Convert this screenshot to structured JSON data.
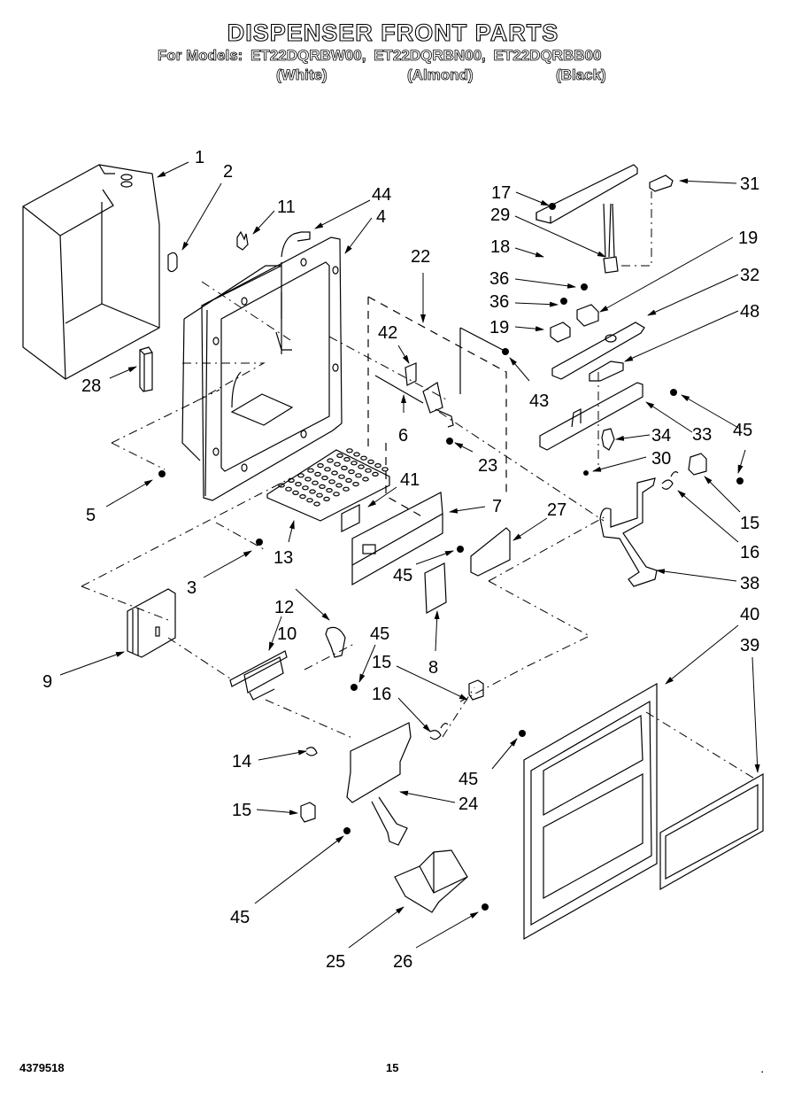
{
  "header": {
    "title": "DISPENSER FRONT PARTS",
    "models_label": "For Models:",
    "models": [
      "ET22DQRBW00,",
      "ET22DQRBN00,",
      "ET22DQRBB00"
    ],
    "colors": [
      "(White)",
      "(Almond)",
      "(Black)"
    ]
  },
  "footer": {
    "doc_number": "4379518",
    "page_number": "15",
    "corner_mark": "▪"
  },
  "callouts": {
    "c1": "1",
    "c2": "2",
    "c3": "3",
    "c4": "4",
    "c5": "5",
    "c6": "6",
    "c7": "7",
    "c8": "8",
    "c9": "9",
    "c10": "10",
    "c11": "11",
    "c12": "12",
    "c13": "13",
    "c14": "14",
    "c15a": "15",
    "c15b": "15",
    "c15c": "15",
    "c16a": "16",
    "c16b": "16",
    "c17": "17",
    "c18": "18",
    "c19a": "19",
    "c19b": "19",
    "c22": "22",
    "c23": "23",
    "c24": "24",
    "c25": "25",
    "c26": "26",
    "c27": "27",
    "c28": "28",
    "c29": "29",
    "c30": "30",
    "c31": "31",
    "c32": "32",
    "c33": "33",
    "c34": "34",
    "c36a": "36",
    "c36b": "36",
    "c38": "38",
    "c39": "39",
    "c40": "40",
    "c41": "41",
    "c42": "42",
    "c43": "43",
    "c44": "44",
    "c45a": "45",
    "c45b": "45",
    "c45c": "45",
    "c45d": "45",
    "c45e": "45",
    "c48": "48"
  }
}
